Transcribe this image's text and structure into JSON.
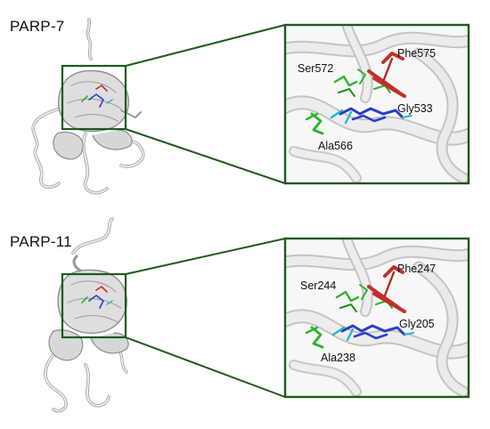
{
  "colors": {
    "box_border": "#1f5a1a",
    "ribbon": "#d9d9d9",
    "ribbon_edge": "#8a8a8a",
    "residue_green": "#2db52d",
    "residue_red": "#c0302a",
    "ligand_blue": "#2a3fc8",
    "ligand_cyan": "#27b8c4"
  },
  "panels": [
    {
      "protein": "PARP-7",
      "residues": {
        "left_upper": "Ser572",
        "right_upper": "Phe575",
        "right_middle": "Gly533",
        "left_lower": "Ala566"
      }
    },
    {
      "protein": "PARP-11",
      "residues": {
        "left_upper": "Ser244",
        "right_upper": "Phe247",
        "right_middle": "Gly205",
        "left_lower": "Ala238"
      }
    }
  ]
}
